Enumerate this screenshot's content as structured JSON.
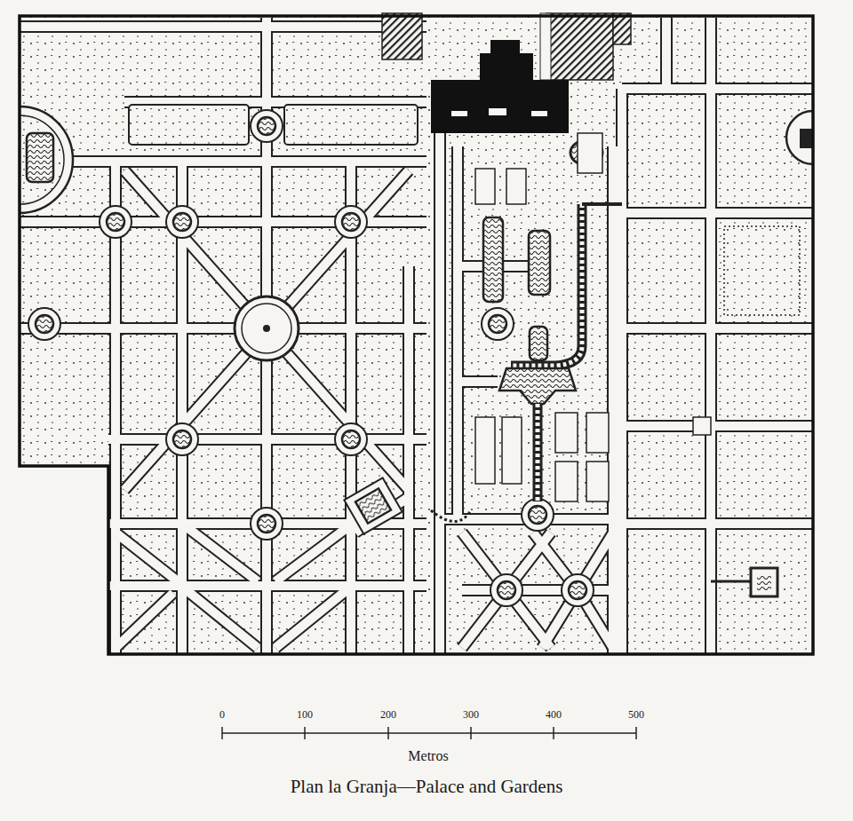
{
  "diagram": {
    "caption": "Plan la Granja—Palace and Gardens",
    "labels": [
      "0",
      "100",
      "200",
      "300",
      "400",
      "500",
      "Metros"
    ]
  }
}
